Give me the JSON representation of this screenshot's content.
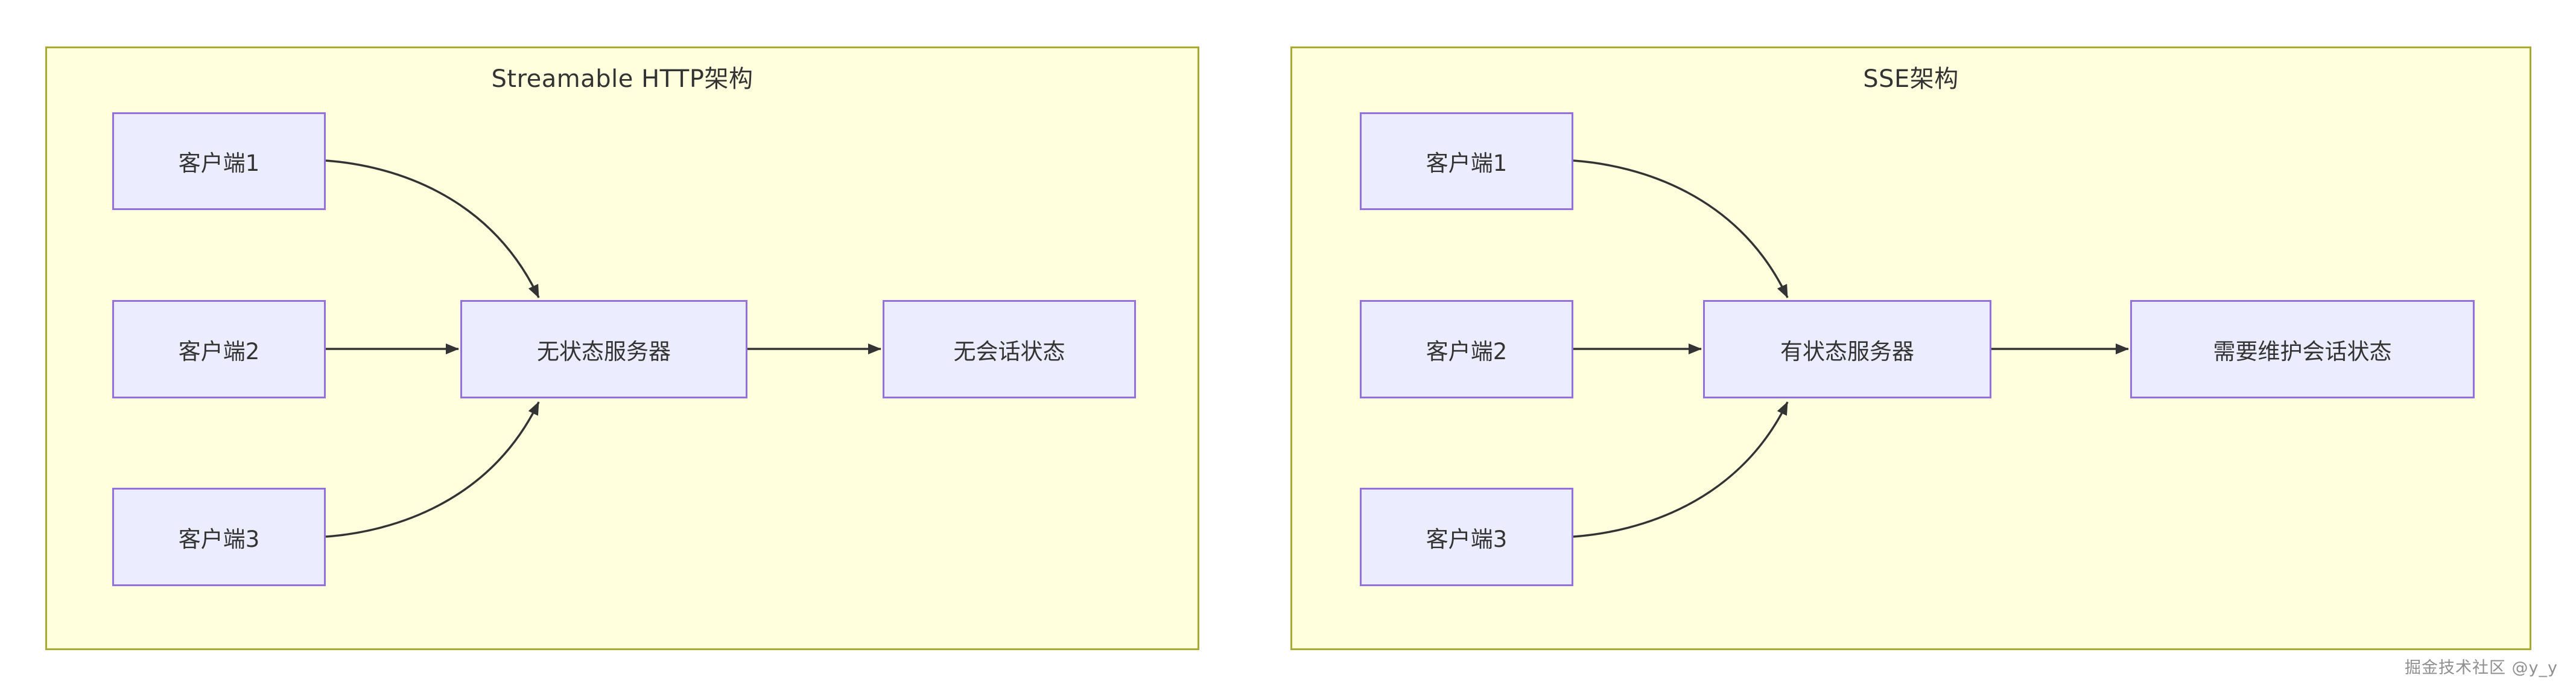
{
  "watermark": {
    "text": "掘金技术社区 @y_y"
  },
  "colors": {
    "cluster_fill": "#ffffde",
    "cluster_border": "#aaaa33",
    "node_fill": "#ececff",
    "node_border": "#9370db",
    "edge": "#333333",
    "text": "#333333",
    "page_bg": "#ffffff",
    "watermark": "#8f8f8f"
  },
  "diagrams": [
    {
      "title": "Streamable HTTP架构",
      "clients": [
        "客户端1",
        "客户端2",
        "客户端3"
      ],
      "server": "无状态服务器",
      "result": "无会话状态"
    },
    {
      "title": "SSE架构",
      "clients": [
        "客户端1",
        "客户端2",
        "客户端3"
      ],
      "server": "有状态服务器",
      "result": "需要维护会话状态"
    }
  ]
}
